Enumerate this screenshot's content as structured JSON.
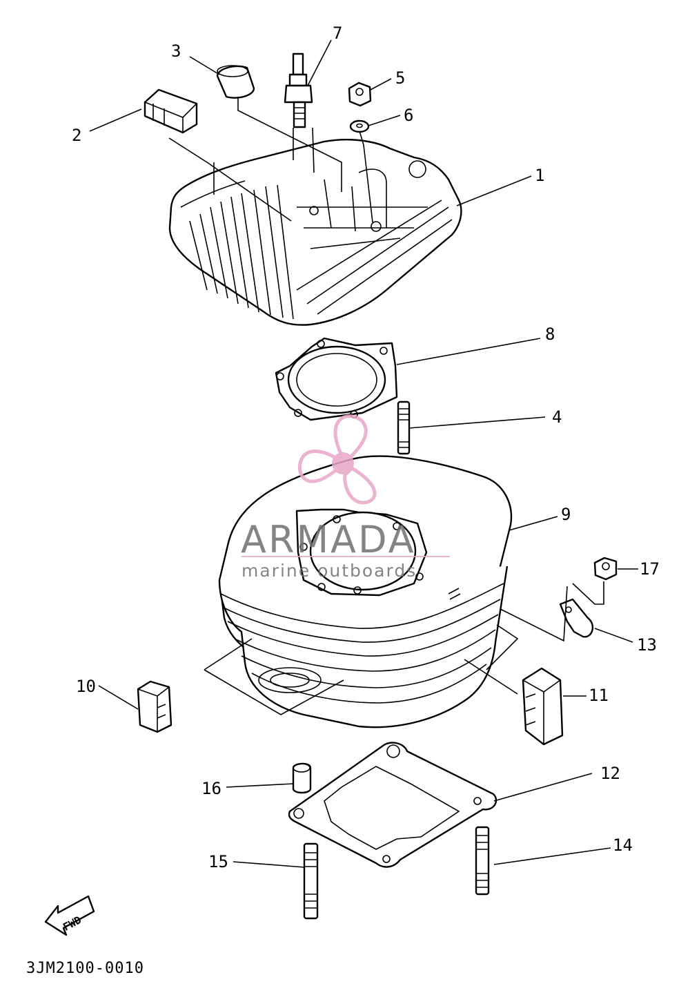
{
  "diagram": {
    "drawing_code": "3JM2100-0010",
    "direction_label": "FWD",
    "callouts": [
      "1",
      "2",
      "3",
      "4",
      "5",
      "6",
      "7",
      "8",
      "9",
      "10",
      "11",
      "12",
      "13",
      "14",
      "15",
      "16",
      "17"
    ]
  },
  "watermark": {
    "title": "ARMADA",
    "subtitle": "marine outboards",
    "accent_color": "#e8a6c8",
    "text_color": "#6f6f6f"
  }
}
